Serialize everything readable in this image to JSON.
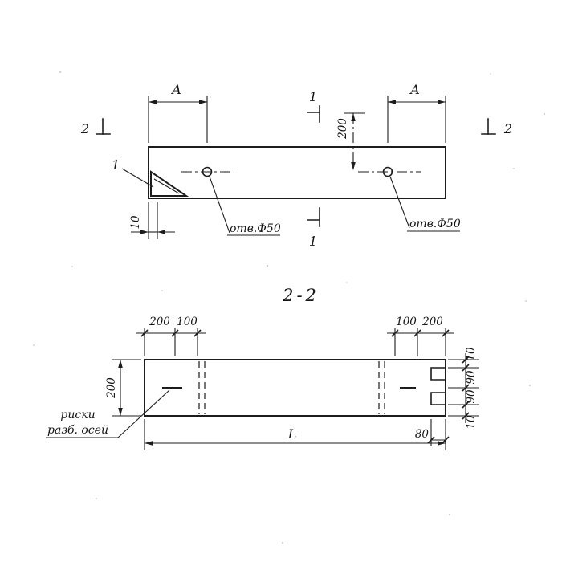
{
  "colors": {
    "ink": "#1c1c1c",
    "paper": "#ffffff"
  },
  "top_view": {
    "section_mark_left": "2",
    "section_mark_right": "2",
    "dim_a_left": "A",
    "dim_a_right": "A",
    "section1_mark_top": "1",
    "section1_mark_bottom": "1",
    "detail_ref": "1",
    "dim_hole_offset": "200",
    "dim_edge": "10",
    "hole_label_left": "отв.Ф50",
    "hole_label_right": "отв.Ф50"
  },
  "section_view": {
    "title": "2-2",
    "dim_top_left_outer": "200",
    "dim_top_left_inner": "100",
    "dim_top_right_inner": "100",
    "dim_top_right_outer": "200",
    "dim_height": "200",
    "dim_right": [
      "10",
      "90",
      "90",
      "10"
    ],
    "dim_length": "L",
    "dim_notch": "80",
    "note_line1": "риски",
    "note_line2": "разб. осей"
  }
}
